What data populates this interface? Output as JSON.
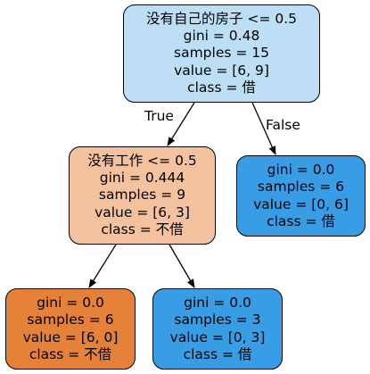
{
  "tree": {
    "nodes": [
      {
        "id": "root",
        "lines": [
          "没有自己的房子 <= 0.5",
          "gini = 0.48",
          "samples = 15",
          "value = [6, 9]",
          "class = 借"
        ],
        "fill": "#bddff6"
      },
      {
        "id": "left",
        "lines": [
          "没有工作 <= 0.5",
          "gini = 0.444",
          "samples = 9",
          "value = [6, 3]",
          "class = 不借"
        ],
        "fill": "#f4c29e"
      },
      {
        "id": "right",
        "lines": [
          "gini = 0.0",
          "samples = 6",
          "value = [0, 6]",
          "class = 借"
        ],
        "fill": "#399de5"
      },
      {
        "id": "left-left",
        "lines": [
          "gini = 0.0",
          "samples = 6",
          "value = [6, 0]",
          "class = 不借"
        ],
        "fill": "#e58139"
      },
      {
        "id": "left-right",
        "lines": [
          "gini = 0.0",
          "samples = 3",
          "value = [0, 3]",
          "class = 借"
        ],
        "fill": "#399de5"
      }
    ],
    "edges": [
      {
        "from": "root",
        "to": "left",
        "label": "True"
      },
      {
        "from": "root",
        "to": "right",
        "label": "False"
      },
      {
        "from": "left",
        "to": "left-left",
        "label": ""
      },
      {
        "from": "left",
        "to": "left-right",
        "label": ""
      }
    ]
  }
}
